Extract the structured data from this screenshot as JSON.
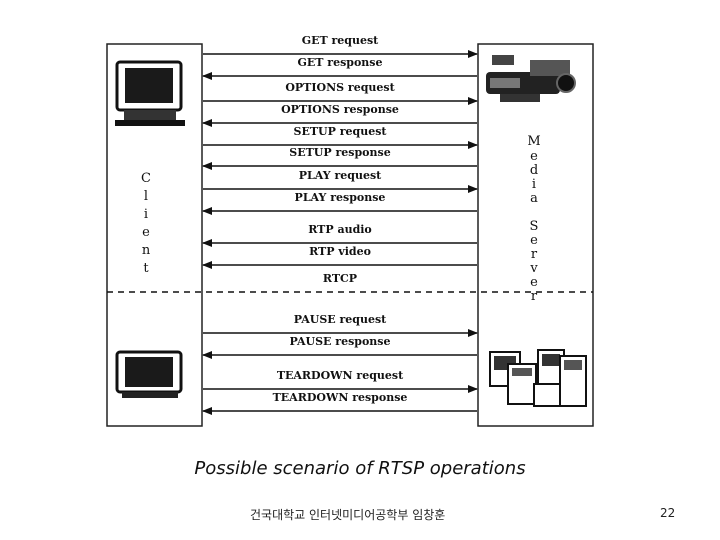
{
  "diagram": {
    "client_letters": [
      "C",
      "l",
      "i",
      "e",
      "n",
      "t"
    ],
    "server_letters": [
      "M",
      "e",
      "d",
      "i",
      "a",
      "S",
      "e",
      "r",
      "v",
      "e",
      "r"
    ],
    "messages": [
      {
        "label": "GET request",
        "dir": "right",
        "style": "solid"
      },
      {
        "label": "GET response",
        "dir": "left",
        "style": "solid"
      },
      {
        "label": "OPTIONS request",
        "dir": "right",
        "style": "solid"
      },
      {
        "label": "OPTIONS response",
        "dir": "left",
        "style": "solid"
      },
      {
        "label": "SETUP request",
        "dir": "right",
        "style": "solid"
      },
      {
        "label": "SETUP response",
        "dir": "left",
        "style": "solid"
      },
      {
        "label": "PLAY request",
        "dir": "right",
        "style": "solid"
      },
      {
        "label": "PLAY response",
        "dir": "left",
        "style": "solid"
      },
      {
        "label": "RTP  audio",
        "dir": "left",
        "style": "solid"
      },
      {
        "label": "RTP  video",
        "dir": "left",
        "style": "solid"
      },
      {
        "label": "RTCP",
        "dir": "both",
        "style": "dashed"
      },
      {
        "label": "PAUSE request",
        "dir": "right",
        "style": "solid"
      },
      {
        "label": "PAUSE response",
        "dir": "left",
        "style": "solid"
      },
      {
        "label": "TEARDOWN request",
        "dir": "right",
        "style": "solid"
      },
      {
        "label": "TEARDOWN response",
        "dir": "left",
        "style": "solid"
      }
    ]
  },
  "caption": "Possible scenario of RTSP operations",
  "footer": "건국대학교 인터넷미디어공학부 임창훈",
  "page_number": "22"
}
